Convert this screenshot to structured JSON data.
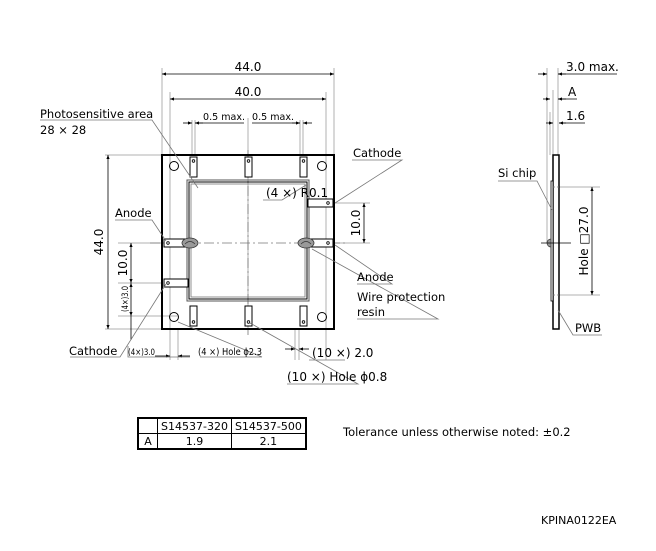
{
  "drawing": {
    "front_view": {
      "dimensions": {
        "overall_width": "44.0",
        "hole_pitch_width": "40.0",
        "pad_offset_left": "0.5 max.",
        "pad_offset_right": "0.5 max.",
        "overall_height": "44.0",
        "anode_cathode_pitch_left": "10.0",
        "anode_cathode_pitch_right": "10.0",
        "corner_hole_offset_v": "(4×)3.0",
        "corner_hole_offset_h": "(4×)3.0",
        "corner_radius": "(4 ×) R0.1",
        "mount_holes": "(4 ×) Hole ϕ2.3",
        "pad_width": "(10 ×) 2.0",
        "pad_holes": "(10 ×) Hole ϕ0.8"
      },
      "labels": {
        "photosensitive_area_line1": "Photosensitive area",
        "photosensitive_area_line2": "28 × 28",
        "anode_left": "Anode",
        "cathode_left": "Cathode",
        "cathode_right": "Cathode",
        "anode_right": "Anode",
        "resin_line1": "Wire protection",
        "resin_line2": "resin"
      }
    },
    "side_view": {
      "dimensions": {
        "max_thickness": "3.0 max.",
        "thickness_a": "A",
        "pwb_thickness": "1.6",
        "hole_size": "Hole □27.0"
      },
      "labels": {
        "si_chip": "Si chip",
        "pwb": "PWB"
      }
    }
  },
  "spec_table": {
    "headers": [
      "",
      "S14537-320",
      "S14537-500"
    ],
    "rows": [
      [
        "A",
        "1.9",
        "2.1"
      ]
    ]
  },
  "tolerance_note": "Tolerance unless otherwise noted: ±0.2",
  "drawing_code": "KPINA0122EA"
}
